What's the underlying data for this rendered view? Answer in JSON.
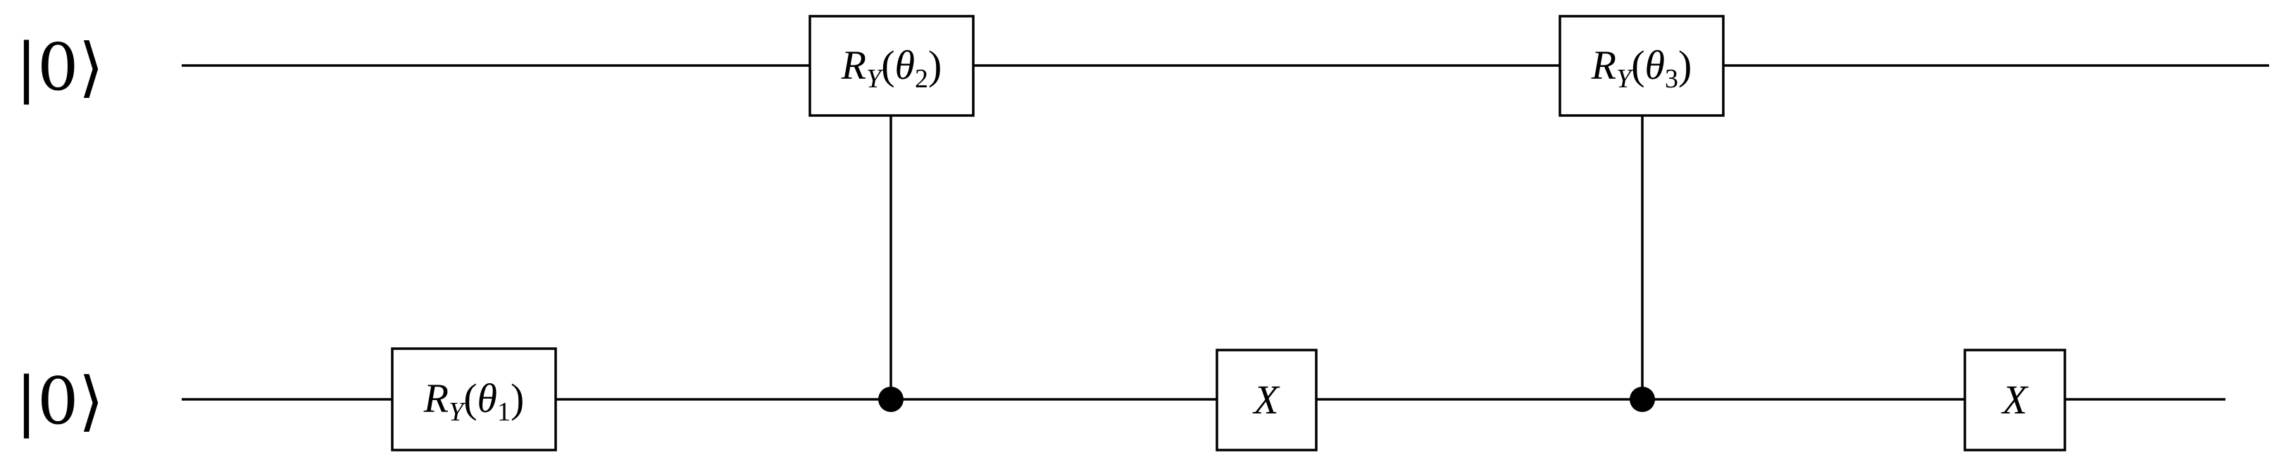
{
  "circuit": {
    "qubits": [
      {
        "label": "|0⟩"
      },
      {
        "label": "|0⟩"
      }
    ],
    "gates": [
      {
        "type": "RY",
        "target": 1,
        "text": {
          "base": "R",
          "sub": "Y",
          "arg": "θ",
          "arg_sub": "1"
        }
      },
      {
        "type": "controlled-RY",
        "control": 1,
        "target": 0,
        "text": {
          "base": "R",
          "sub": "Y",
          "arg": "θ",
          "arg_sub": "2"
        }
      },
      {
        "type": "X",
        "target": 1,
        "text": {
          "base": "X"
        }
      },
      {
        "type": "controlled-RY",
        "control": 1,
        "target": 0,
        "text": {
          "base": "R",
          "sub": "Y",
          "arg": "θ",
          "arg_sub": "3"
        }
      },
      {
        "type": "X",
        "target": 1,
        "text": {
          "base": "X"
        }
      }
    ]
  }
}
